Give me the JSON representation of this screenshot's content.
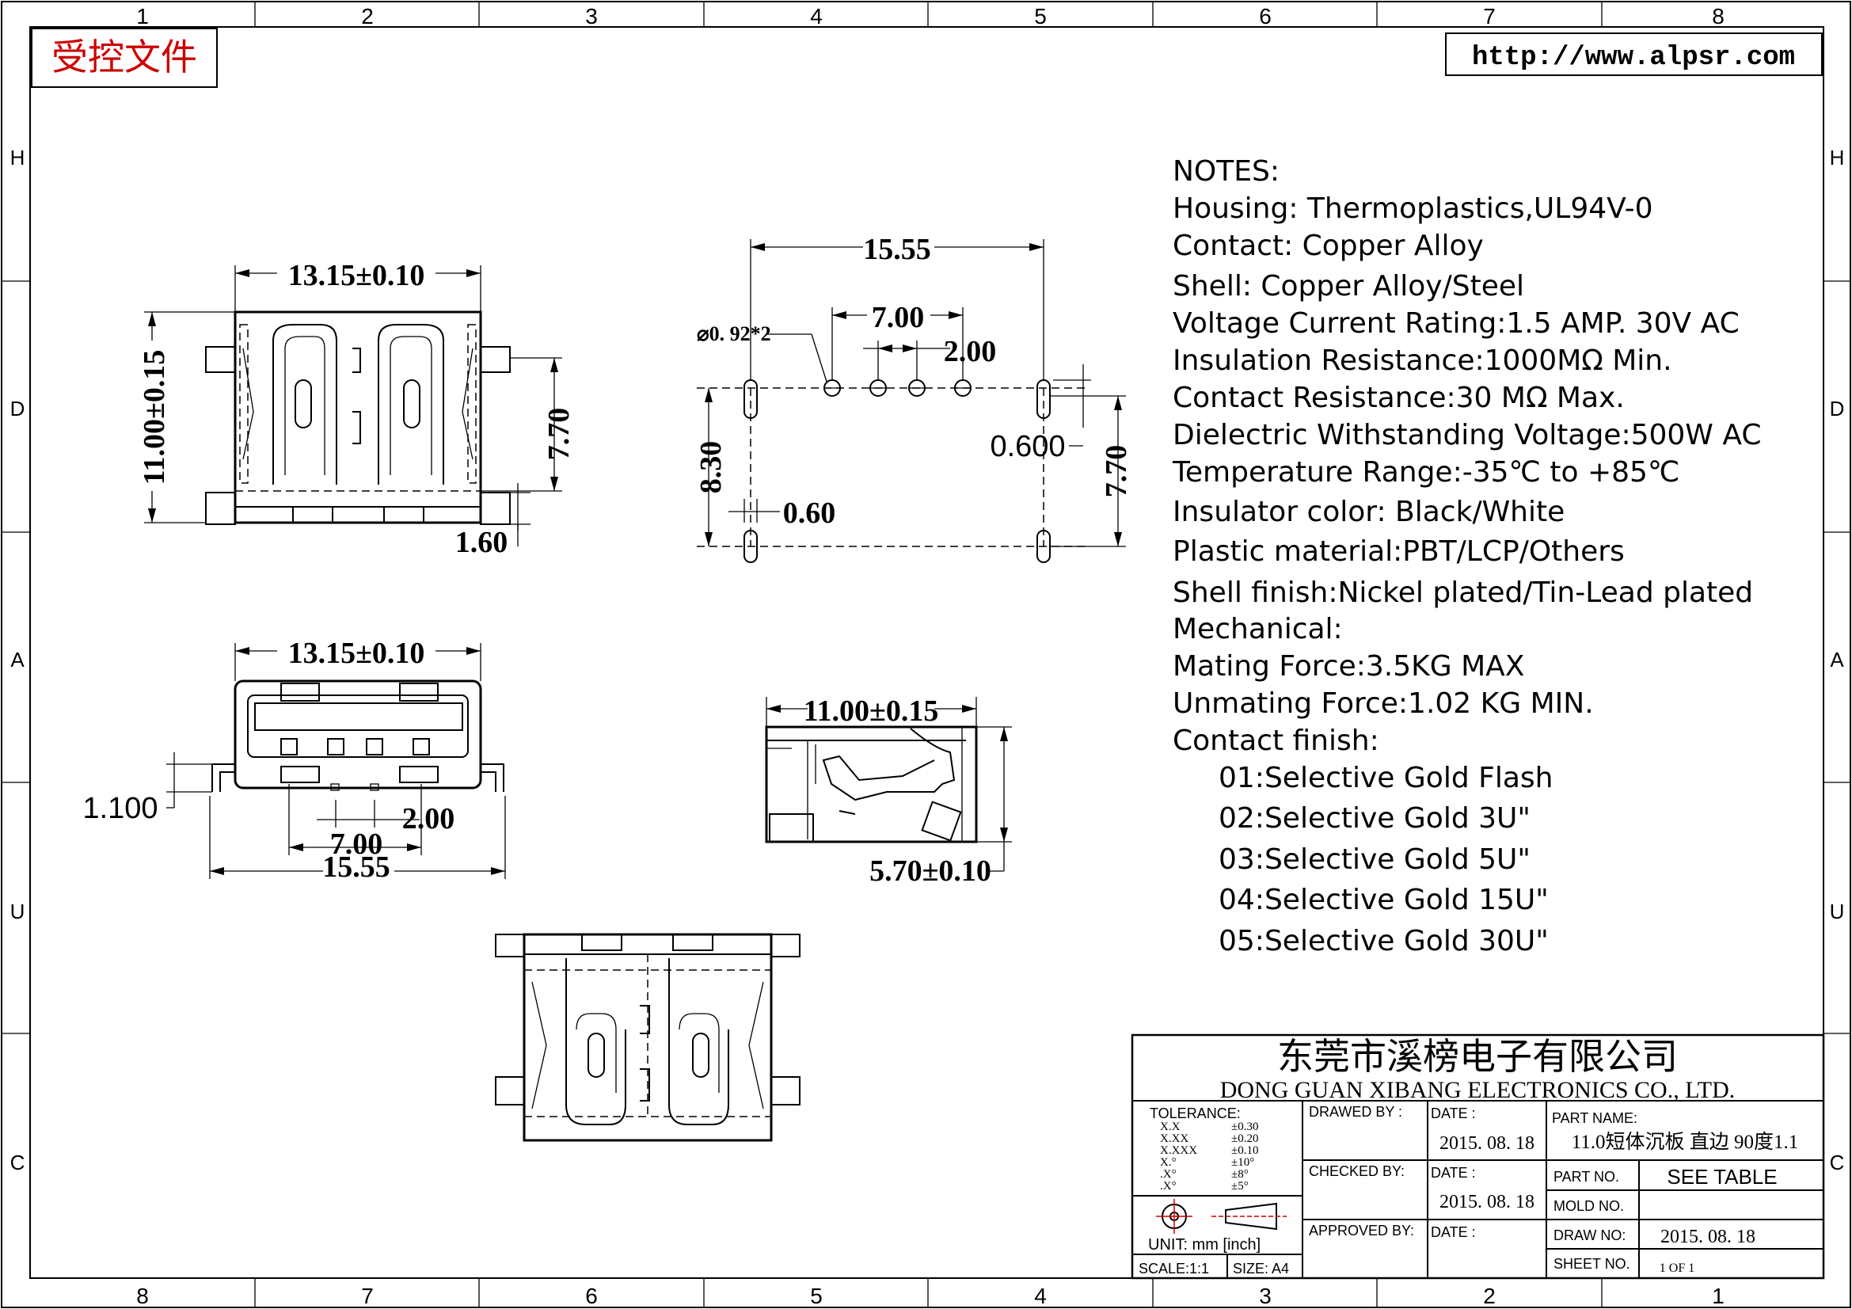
{
  "frame": {
    "columns": [
      "1",
      "2",
      "3",
      "4",
      "5",
      "6",
      "7",
      "8"
    ],
    "columns_bottom": [
      "8",
      "7",
      "6",
      "5",
      "4",
      "3",
      "2",
      "1"
    ],
    "rows": [
      "H",
      "D",
      "A",
      "U",
      "C"
    ]
  },
  "stamp": {
    "label": "受控文件",
    "color": "#cc0000"
  },
  "website": "http://www.alpsr.com",
  "notes": {
    "heading": "NOTES:",
    "lines": [
      "Housing:  Thermoplastics,UL94V-0",
      "Contact:  Copper  Alloy",
      "Shell:  Copper  Alloy/Steel",
      "Voltage  Current  Rating:1.5  AMP. 30V  AC",
      "Insulation  Resistance:1000MΩ  Min.",
      "Contact  Resistance:30  MΩ  Max.",
      "Dielectric  Withstanding  Voltage:500W  AC",
      "Temperature  Range:-35℃  to  +85℃",
      "Insulator  color:  Black/White",
      "Plastic  material:PBT/LCP/Others",
      "Shell  finish:Nickel  plated/Tin-Lead  plated",
      "Mechanical:",
      "Mating  Force:3.5KG  MAX",
      "Unmating  Force:1.02  KG  MIN.",
      "Contact  finish:"
    ],
    "finish_options": [
      "01:Selective  Gold  Flash",
      "02:Selective  Gold  3U\"",
      "03:Selective  Gold  5U\"",
      "04:Selective  Gold  15U\"",
      "05:Selective  Gold  30U\""
    ]
  },
  "dimensions": {
    "top_view_width": "13.15±0.10",
    "top_view_height": "11.00±0.15",
    "top_view_inner": "7.70",
    "top_view_tab": "1.60",
    "footprint_width": "15.55",
    "footprint_hole": "⌀0. 92*2",
    "footprint_pitch_outer": "7.00",
    "footprint_pitch_inner": "2.00",
    "footprint_height": "8.30",
    "footprint_offset": "0.600",
    "footprint_inner_height": "7.70",
    "footprint_slot": "0.60",
    "front_width": "13.15±0.10",
    "front_standoff": "1.100",
    "front_pitch_inner": "2.00",
    "front_pitch_outer": "7.00",
    "front_total": "15.55",
    "side_length": "11.00±0.15",
    "side_height": "5.70±0.10"
  },
  "title_block": {
    "company_cn": "东莞市溪榜电子有限公司",
    "company_en": "DONG  GUAN  XIBANG  ELECTRONICS  CO.,  LTD.",
    "tolerance_label": "TOLERANCE:",
    "tolerance_rows": [
      {
        "key": "X.X",
        "val": "±0.30"
      },
      {
        "key": "X.XX",
        "val": "±0.20"
      },
      {
        "key": "X.XXX",
        "val": "±0.10"
      },
      {
        "key": "X.°",
        "val": "±10°"
      },
      {
        "key": ".X°",
        "val": "±8°"
      },
      {
        "key": ".X°",
        "val": "±5°"
      }
    ],
    "unit_label": "UNIT:  mm  [inch]",
    "scale_label": "SCALE:1:1",
    "size_label": "SIZE:  A4",
    "drawn_by": "DRAWED  BY :",
    "checked_by": "CHECKED  BY:",
    "approved_by": "APPROVED  BY:",
    "date_label": "DATE :",
    "date_drawn": "2015. 08. 18",
    "date_checked": "2015. 08. 18",
    "part_name_label": "PART  NAME:",
    "part_name": "11.0短体沉板 直边 90度1.1",
    "part_no_label": "PART  NO.",
    "part_no": "SEE  TABLE",
    "mold_no_label": "MOLD  NO.",
    "draw_no_label": "DRAW  NO:",
    "draw_no": "2015. 08. 18",
    "sheet_no_label": "SHEET  NO.",
    "sheet_no": "1  OF  1"
  }
}
